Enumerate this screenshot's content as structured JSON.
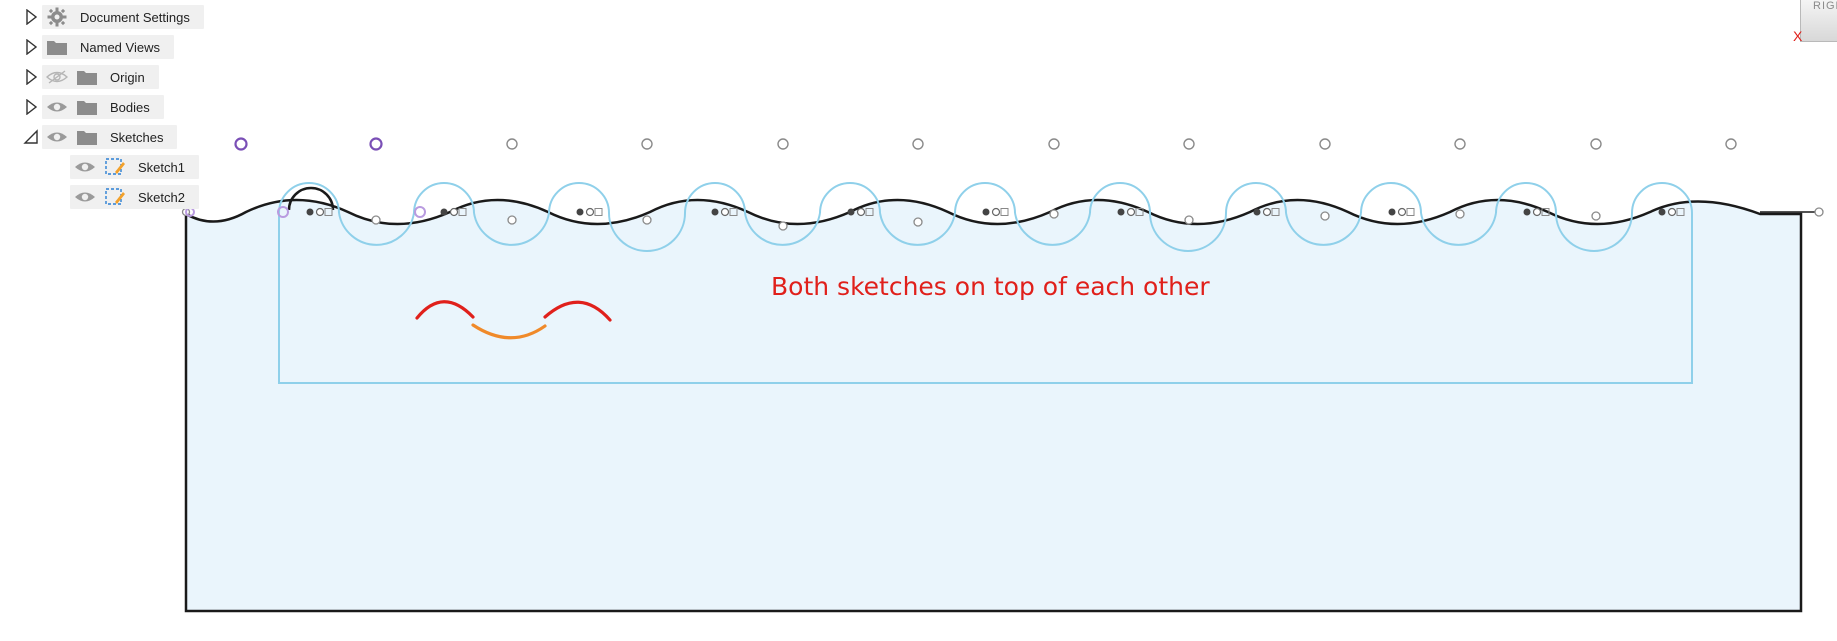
{
  "browser": {
    "nodes": [
      {
        "label": "Document Settings",
        "icon": "gear-icon",
        "expanded": false
      },
      {
        "label": "Named Views",
        "icon": "folder-icon",
        "expanded": false
      },
      {
        "label": "Origin",
        "icon": "folder-icon",
        "visibility": "hidden",
        "expanded": false
      },
      {
        "label": "Bodies",
        "icon": "folder-icon",
        "visibility": "visible",
        "expanded": false
      },
      {
        "label": "Sketches",
        "icon": "folder-icon",
        "visibility": "visible",
        "expanded": true
      },
      {
        "label": "Sketch1",
        "icon": "sketch-icon",
        "visibility": "visible",
        "child": true
      },
      {
        "label": "Sketch2",
        "icon": "sketch-icon",
        "visibility": "visible",
        "child": true
      }
    ]
  },
  "canvas": {
    "annotation": "Both sketches on top of each other",
    "colors": {
      "profile": "#eaf5fc",
      "sketch_line": "#8fd0ea",
      "outline": "#1a1a1a",
      "annotation": "#e0201b",
      "highlight_orange": "#f08a2a",
      "constraint_purple": "#7a4fb6"
    }
  },
  "viewcube": {
    "label": "RIGHT",
    "axis": "X"
  }
}
